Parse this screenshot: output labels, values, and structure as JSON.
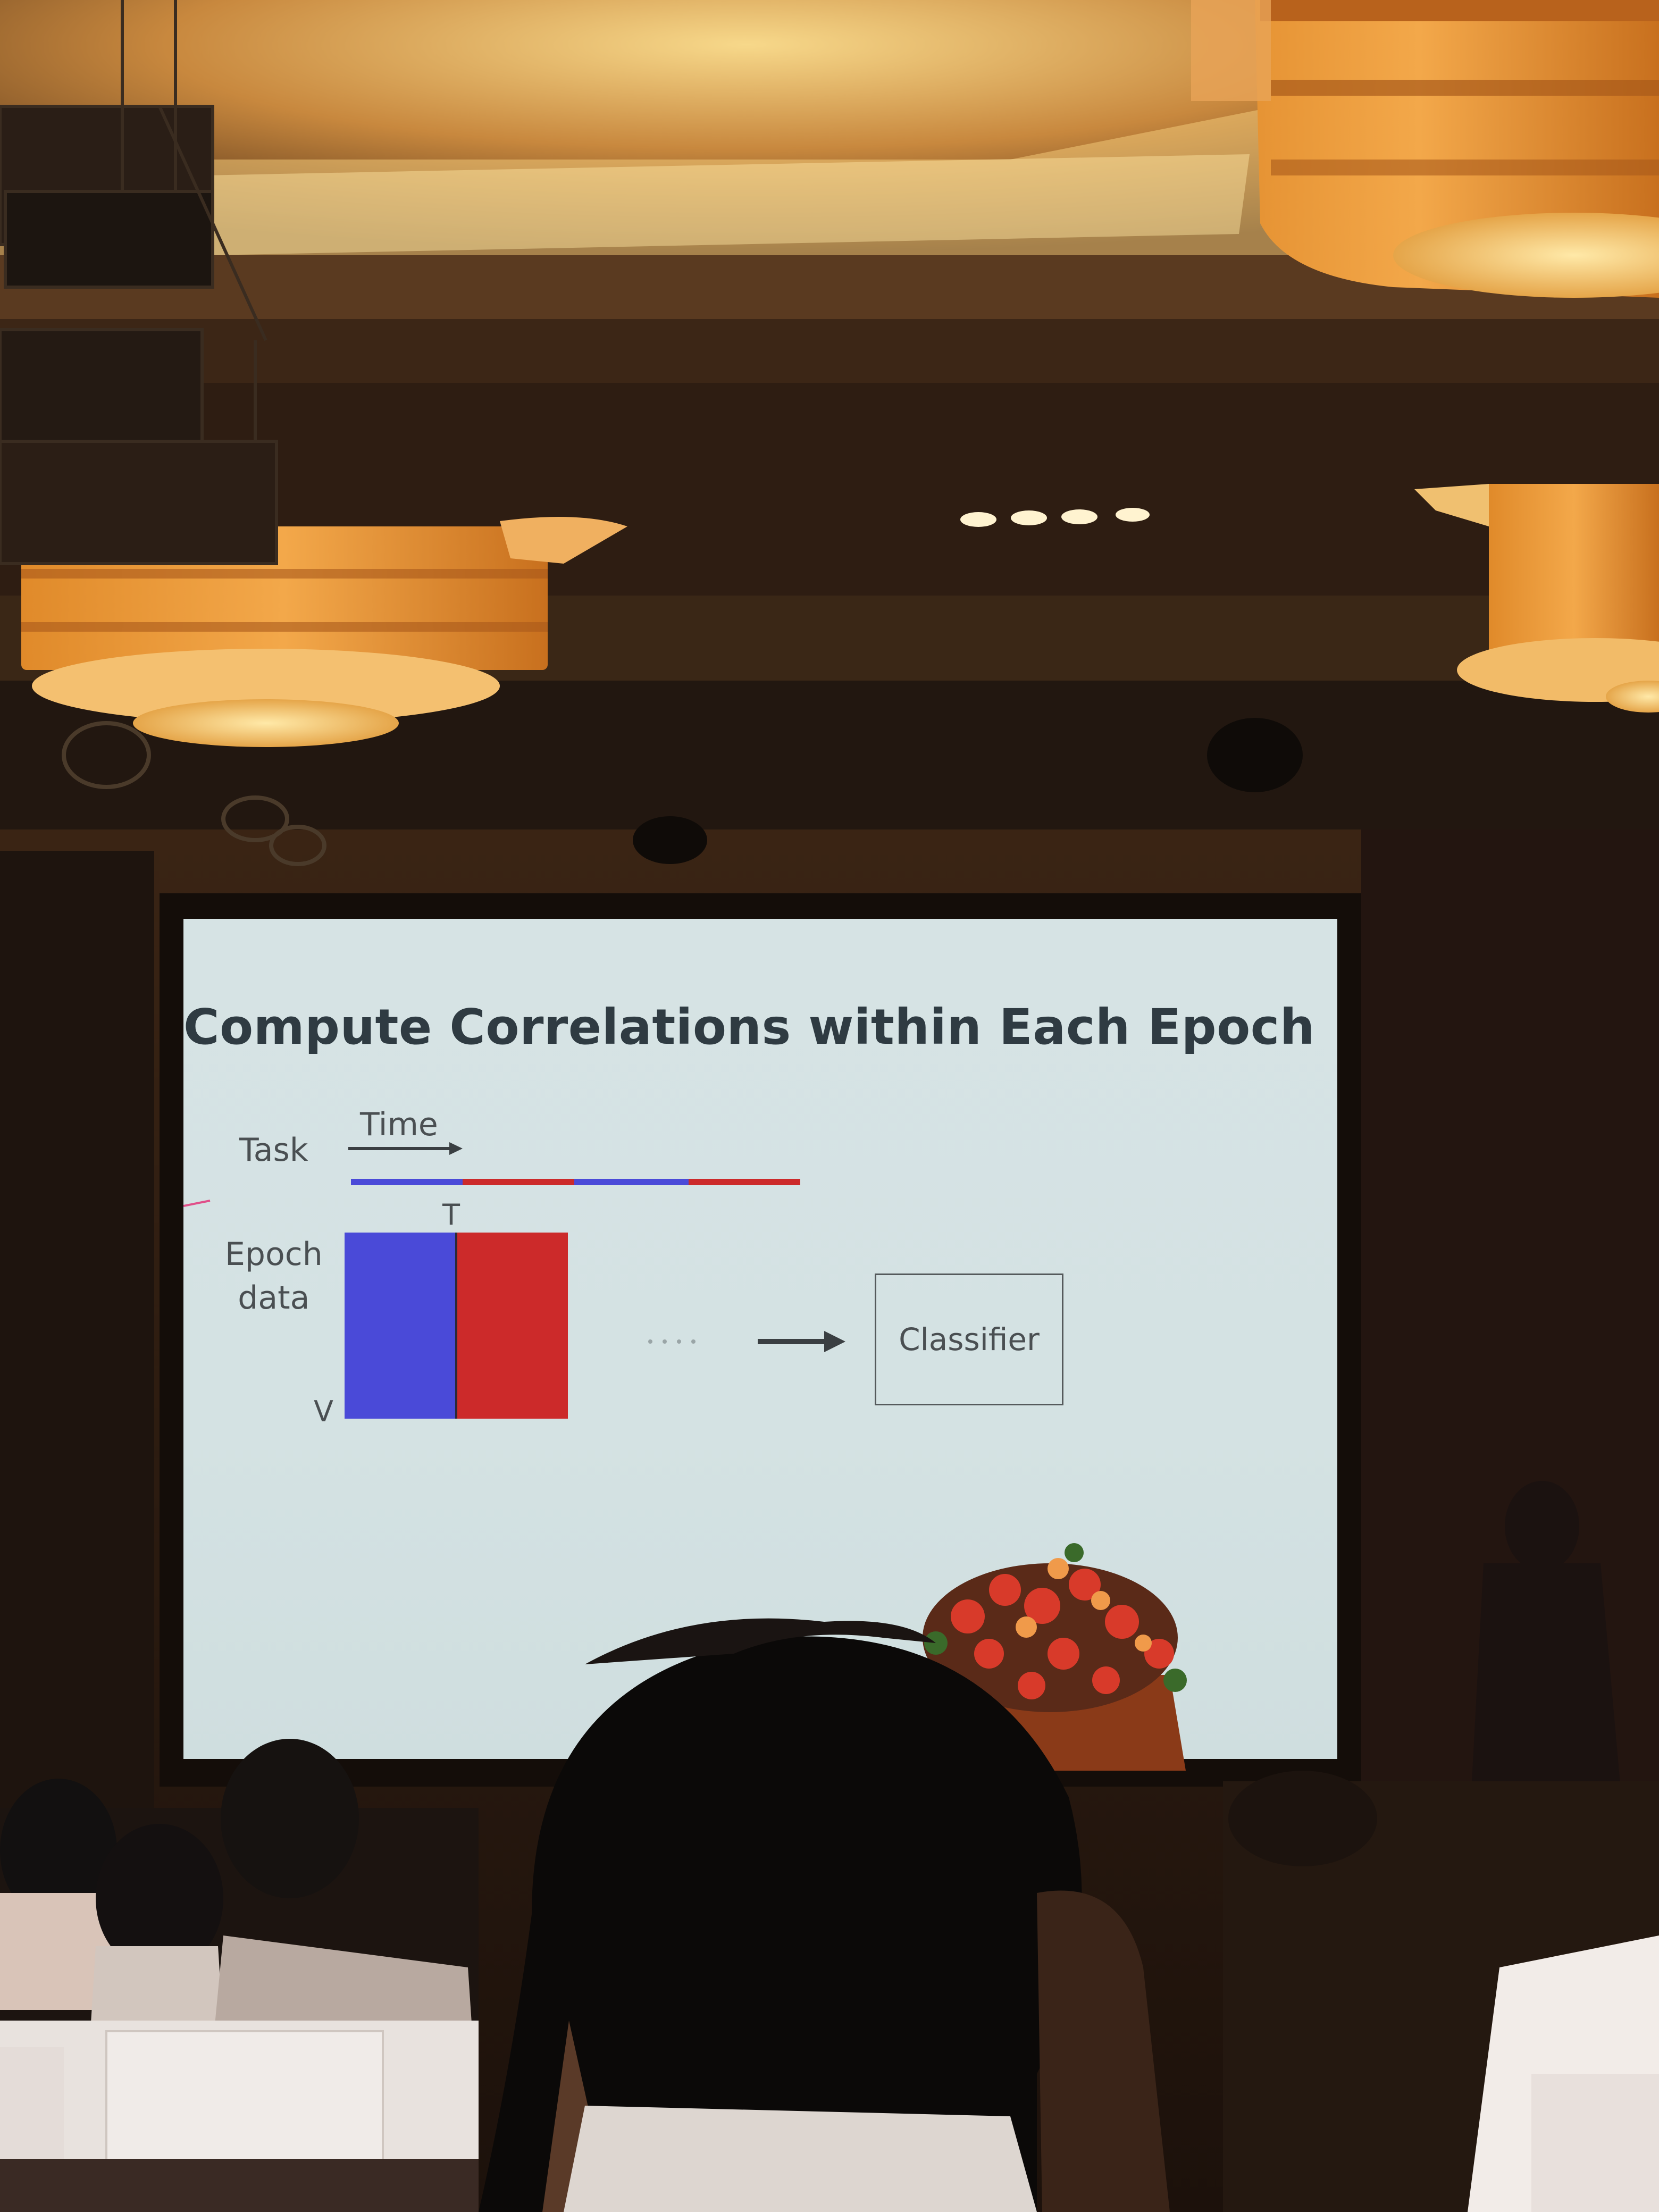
{
  "slide": {
    "title": "Compute Correlations within Each Epoch",
    "time_label": "Time",
    "task_label": "Task",
    "epoch_label_line1": "Epoch",
    "epoch_label_line2": "data",
    "t_label": "T",
    "v_label": "V",
    "classifier_label": "Classifier",
    "colors": {
      "condition_a": "#4a4ad8",
      "condition_b": "#cc2a2a",
      "slide_bg": "#d5e2e3"
    }
  },
  "scene": {
    "icons": [
      "ceiling-lamp-icon",
      "projector-icon",
      "flower-arrangement-icon",
      "arrow-right-icon"
    ]
  }
}
